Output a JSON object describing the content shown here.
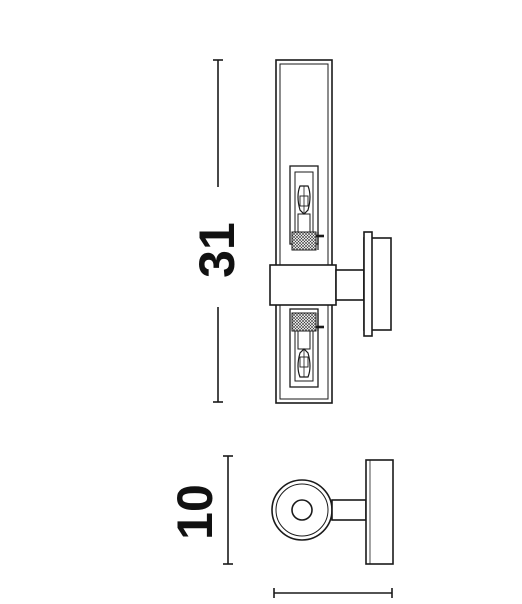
{
  "drawing": {
    "dimensions": {
      "height_label": "31",
      "depth_label": "10"
    },
    "colors": {
      "line": "#1a1a1a",
      "fill": "#ffffff",
      "filament_hatch": "#333333"
    },
    "views": [
      "front-view",
      "side-view"
    ]
  }
}
